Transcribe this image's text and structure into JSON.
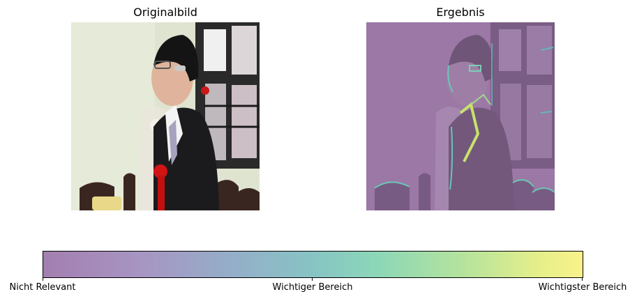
{
  "panels": {
    "left_title": "Originalbild",
    "right_title": "Ergebnis"
  },
  "colorbar": {
    "ticks": [
      {
        "label": "Nicht Relevant"
      },
      {
        "label": "Wichtiger Bereich"
      },
      {
        "label": "Wichtigster Bereich"
      }
    ],
    "colors": [
      "#a37fb0",
      "#94aec9",
      "#8cd7b8",
      "#f9f28a"
    ]
  }
}
